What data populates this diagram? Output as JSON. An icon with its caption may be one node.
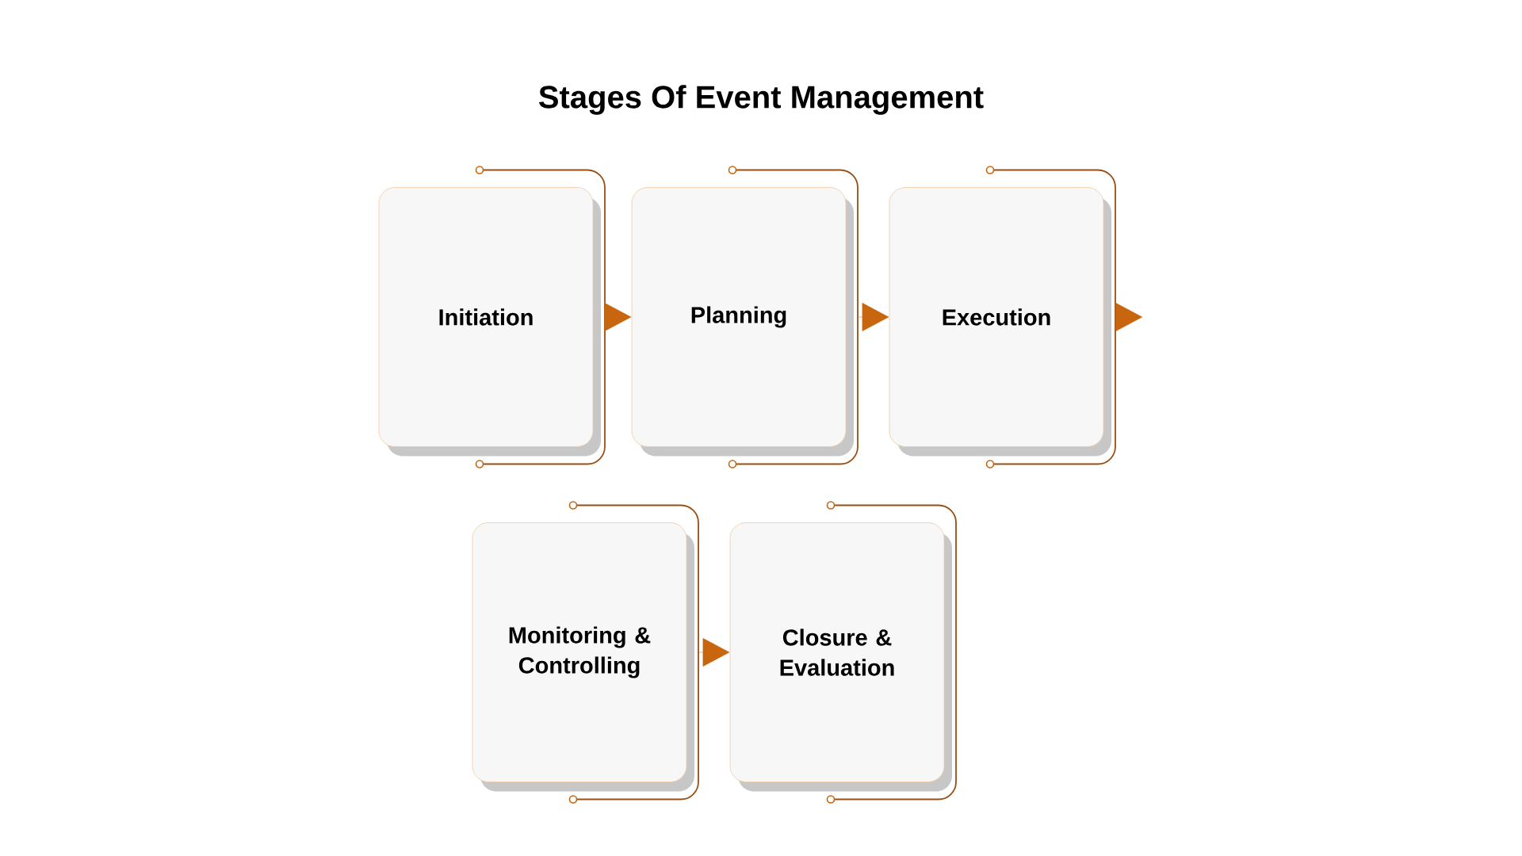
{
  "diagram": {
    "title": "Stages Of Event Management",
    "nodes": [
      {
        "text": [
          "Initiation"
        ]
      },
      {
        "text": [
          "Planning"
        ]
      },
      {
        "text": [
          "Execution"
        ]
      },
      {
        "text": [
          "Monitoring & Controlling"
        ]
      },
      {
        "text": [
          "Closure & Evaluation"
        ]
      }
    ],
    "edges": [
      {
        "from": 0,
        "to": 1,
        "arrow": "to"
      },
      {
        "from": 1,
        "to": 2,
        "arrow": "to"
      },
      {
        "from": 2,
        "to": null,
        "arrow": "to"
      },
      {
        "from": 3,
        "to": 4,
        "arrow": "to"
      }
    ]
  }
}
